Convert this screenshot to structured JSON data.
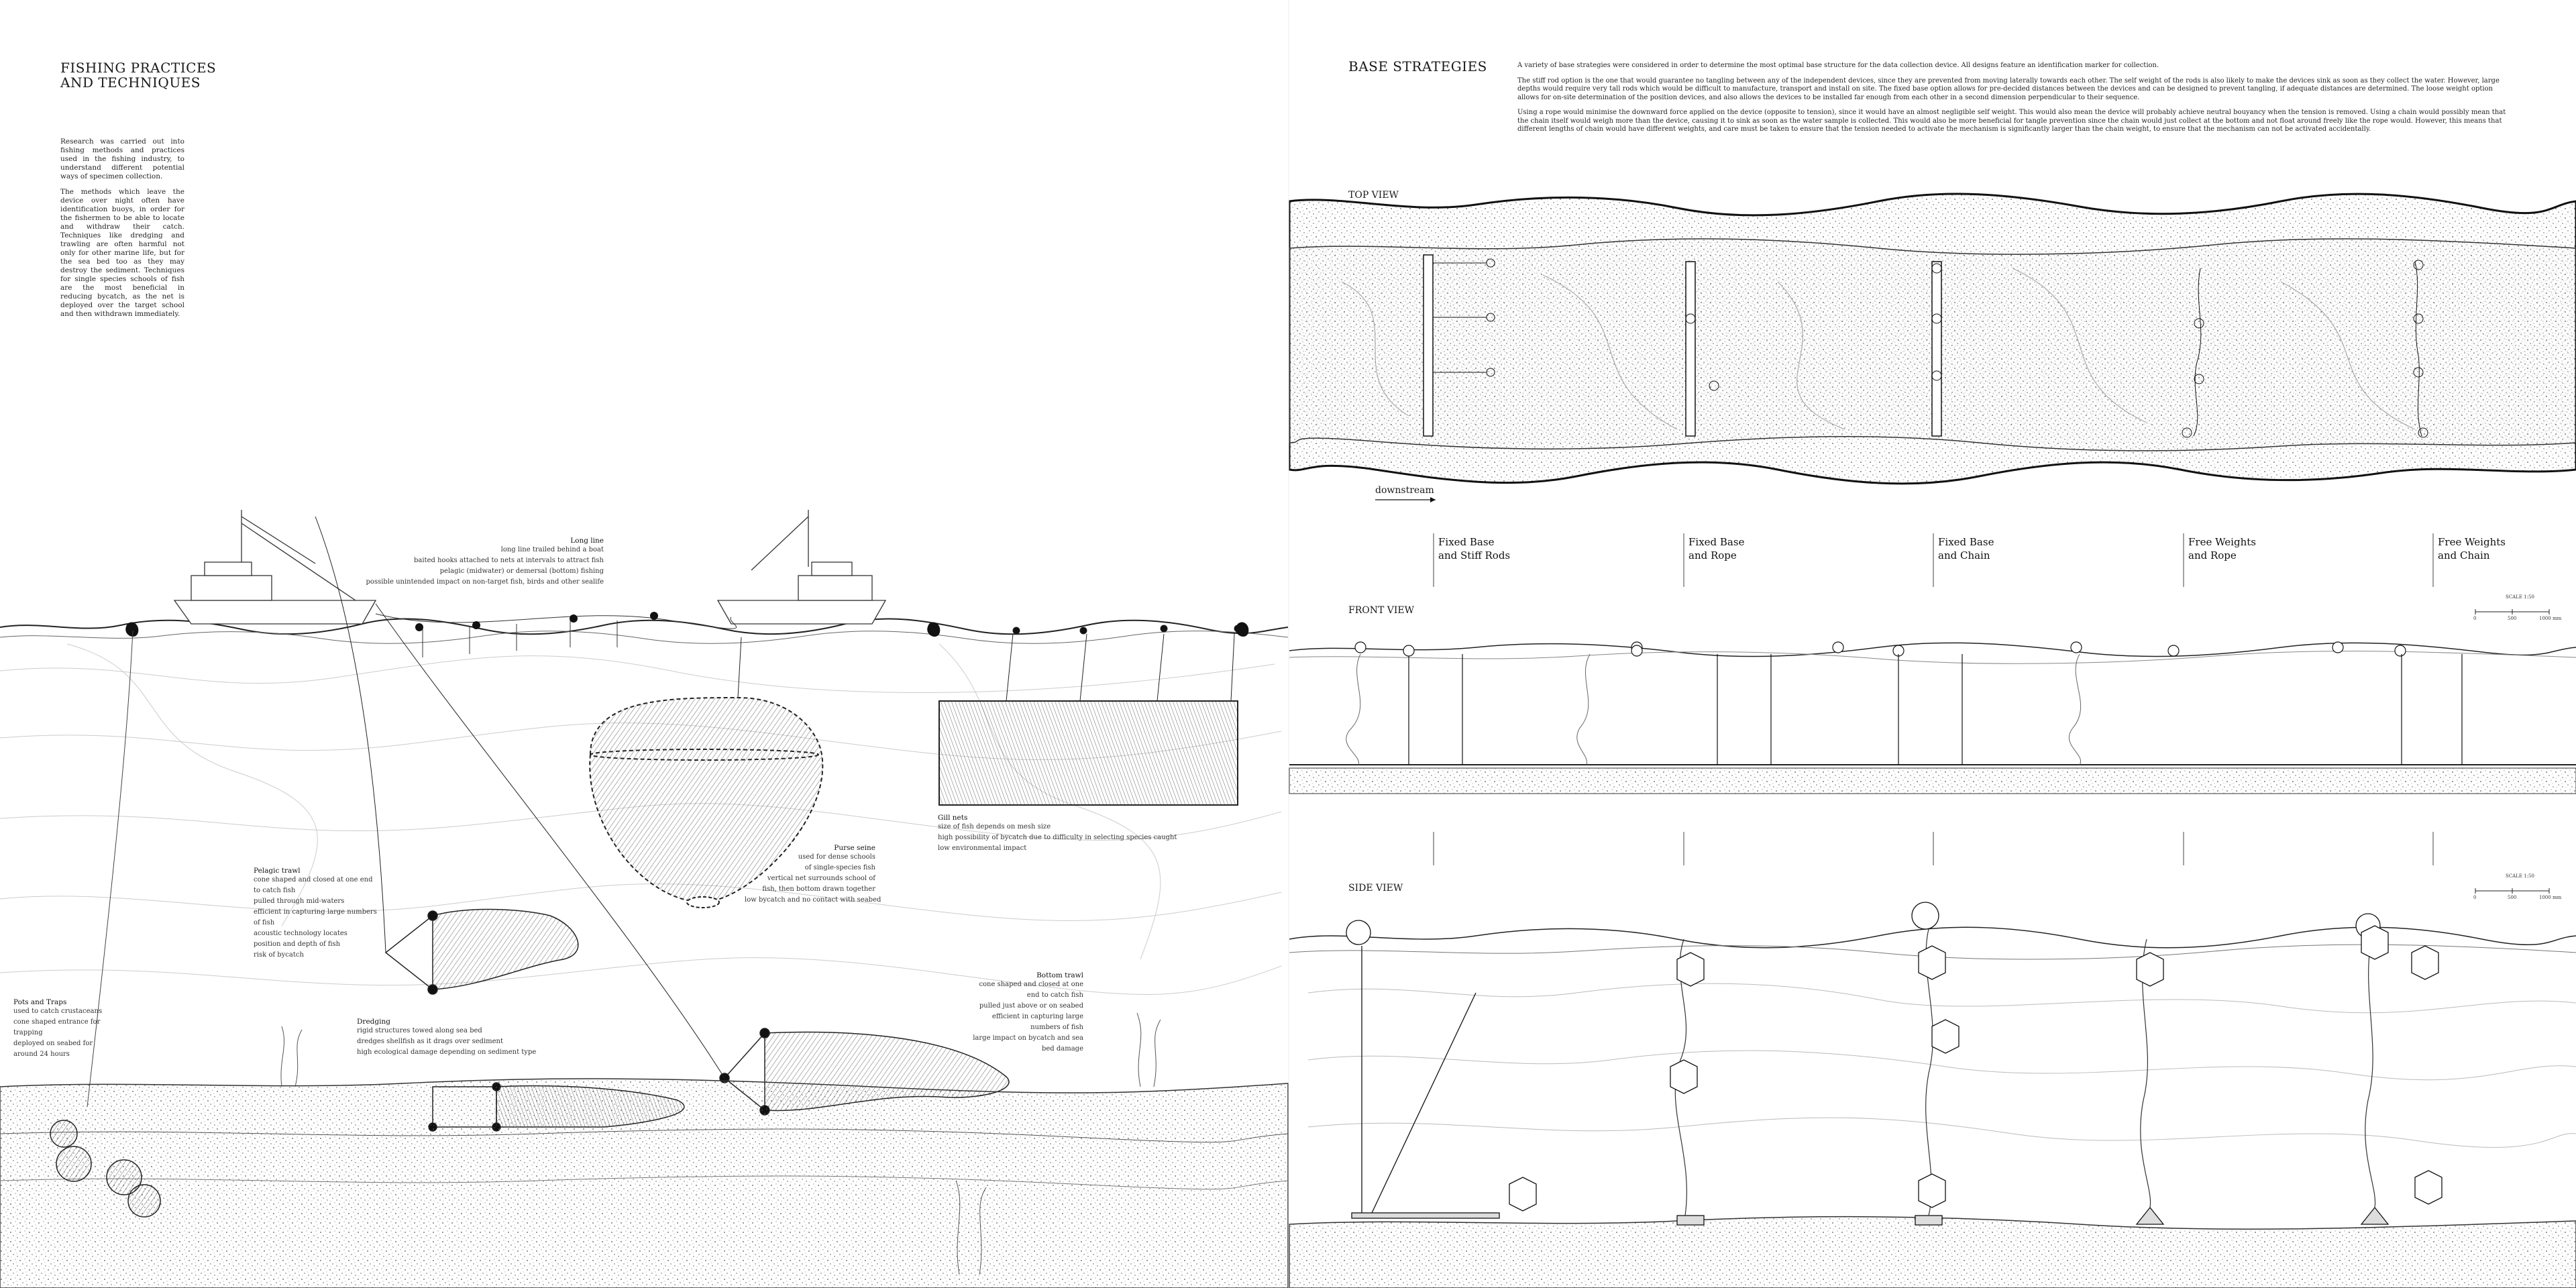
{
  "left": {
    "title": [
      "FISHING PRACTICES",
      "AND TECHNIQUES"
    ],
    "intro": [
      "Research was carried out into fishing methods and practices used in the fishing industry, to understand different potential ways of specimen collection.",
      "The methods which leave the device over night often have identification buoys, in order for the fishermen to be able to locate and withdraw their catch. Techniques like dredging and trawling are often harmful not only for other marine life, but for the sea bed too as they may destroy the sediment. Techniques for single species schools of fish are the most beneficial in reducing bycatch, as the net is deployed over the target school and then withdrawn immediately."
    ],
    "annotations": {
      "longline": {
        "title": "Long line",
        "lines": [
          "long line trailed behind a boat",
          "baited hooks attached to nets at intervals to attract fish",
          "pelagic (midwater) or demersal (bottom) fishing",
          "possible unintended impact on non-target fish, birds and other sealife"
        ]
      },
      "purse": {
        "title": "Purse seine",
        "lines": [
          "used for dense schools",
          "of single-species fish",
          "vertical net surrounds school of",
          "fish, then bottom drawn together",
          "low bycatch and no contact with seabed"
        ]
      },
      "gill": {
        "title": "Gill nets",
        "lines": [
          "size of fish depends on mesh size",
          "high possibility of bycatch due to difficulty in selecting species caught",
          "low environmental impact"
        ]
      },
      "pelagic": {
        "title": "Pelagic trawl",
        "lines": [
          "cone shaped and closed at one end",
          "to catch fish",
          "pulled through mid-waters",
          "efficient in capturing large numbers",
          "of fish",
          "acoustic technology locates",
          "position and depth of fish",
          "risk of bycatch"
        ]
      },
      "pots": {
        "title": "Pots and Traps",
        "lines": [
          "used to catch crustaceans",
          "cone shaped entrance for",
          "trapping",
          "deployed on seabed for",
          "around 24 hours"
        ]
      },
      "dredging": {
        "title": "Dredging",
        "lines": [
          "rigid structures towed along sea bed",
          "dredges shellfish as it drags over sediment",
          "high ecological damage depending on sediment type"
        ]
      },
      "bottom": {
        "title": "Bottom trawl",
        "lines": [
          "cone shaped and closed at one",
          "end to catch fish",
          "pulled just above or on seabed",
          "efficient in capturing large",
          "numbers of fish",
          "large impact on bycatch and sea",
          "bed damage"
        ]
      }
    }
  },
  "right": {
    "title": "BASE STRATEGIES",
    "paragraphs": [
      "A variety of base strategies were considered in order to determine the most optimal base structure for the data collection device. All designs feature an identification marker for collection.",
      "The stiff rod option is the one that would guarantee no tangling between any of the independent devices, since they are prevented from moving laterally towards each other. The self weight of the rods is also likely to make the devices sink as soon as they collect the water. However, large depths would require very tall rods which would be difficult to manufacture, transport and install on site. The fixed base option allows for pre-decided distances between the devices and can be designed to prevent tangling, if adequate distances are determined. The loose weight option allows for on-site determination of the position devices, and also allows the devices to be installed far enough from each other in a second dimension perpendicular to their sequence.",
      "Using a rope would minimise the downward force applied on the device (opposite to tension), since it would have an almost negligible self weight. This would also mean the device will probably achieve neutral bouyancy when the tension is removed. Using a chain would possibly mean that the chain itself would weigh more than the device, causing it to sink as soon as the water sample is collected. This would also be more beneficial for tangle prevention since the chain would just collect at the bottom and not float around freely like the rope would. However, this means that different lengths of chain would have different weights, and care must be taken to ensure that the tension needed to activate the mechanism is significantly larger than the chain weight, to ensure that the mechanism can not be activated accidentally."
    ],
    "views": {
      "top": "TOP VIEW",
      "front": "FRONT VIEW",
      "side": "SIDE VIEW"
    },
    "downstream": "downstream",
    "options": [
      [
        "Fixed Base",
        "and Stiff Rods"
      ],
      [
        "Fixed Base",
        "and Rope"
      ],
      [
        "Fixed Base",
        "and Chain"
      ],
      [
        "Free Weights",
        "and Rope"
      ],
      [
        "Free Weights",
        "and Chain"
      ]
    ],
    "scale": {
      "label": "SCALE 1:50",
      "ticks": [
        "0",
        "500",
        "1000 mm"
      ]
    }
  }
}
